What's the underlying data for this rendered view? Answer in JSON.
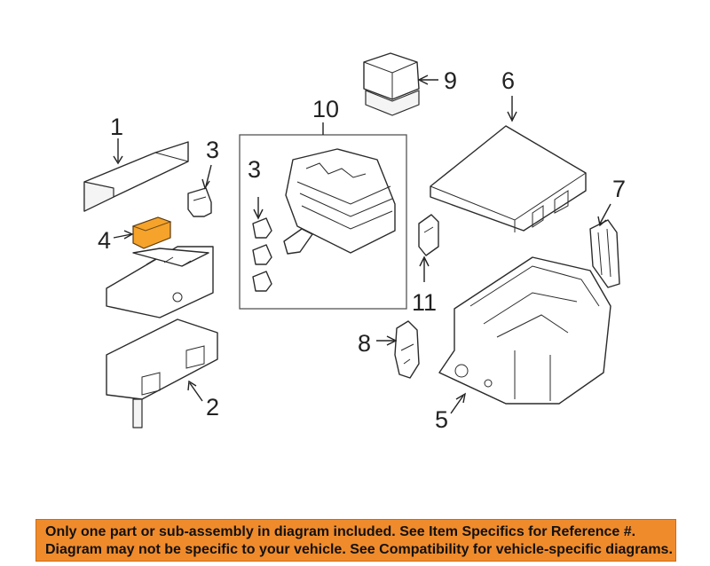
{
  "callouts": {
    "c1": "1",
    "c2": "2",
    "c3a": "3",
    "c3b": "3",
    "c4": "4",
    "c5": "5",
    "c6": "6",
    "c7": "7",
    "c8": "8",
    "c9": "9",
    "c10": "10",
    "c11": "11"
  },
  "colors": {
    "highlight": "#f5a32a",
    "banner": "#f08b2c"
  },
  "banner": {
    "line1": "Only one part or sub-assembly in diagram included. See Item Specifics for Reference #.",
    "line2": "Diagram may not be specific to your vehicle. See Compatibility for vehicle-specific diagrams."
  }
}
